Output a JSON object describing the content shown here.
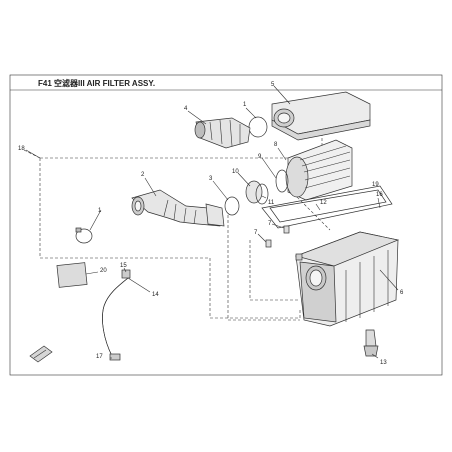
{
  "diagram": {
    "title": "F41 空滤器III AIR FILTER ASSY.",
    "callouts": [
      {
        "id": "c1",
        "label": "1"
      },
      {
        "id": "c1b",
        "label": "1"
      },
      {
        "id": "c2",
        "label": "2"
      },
      {
        "id": "c3",
        "label": "3"
      },
      {
        "id": "c4",
        "label": "4"
      },
      {
        "id": "c5",
        "label": "5"
      },
      {
        "id": "c6",
        "label": "6"
      },
      {
        "id": "c7",
        "label": "7"
      },
      {
        "id": "c7b",
        "label": "7"
      },
      {
        "id": "c8",
        "label": "8"
      },
      {
        "id": "c9",
        "label": "9"
      },
      {
        "id": "c10",
        "label": "10"
      },
      {
        "id": "c11",
        "label": "11"
      },
      {
        "id": "c12",
        "label": "12"
      },
      {
        "id": "c13",
        "label": "13"
      },
      {
        "id": "c14",
        "label": "14"
      },
      {
        "id": "c15",
        "label": "15"
      },
      {
        "id": "c16",
        "label": "16"
      },
      {
        "id": "c17",
        "label": "17"
      },
      {
        "id": "c18",
        "label": "18"
      },
      {
        "id": "c19",
        "label": "19"
      },
      {
        "id": "c20",
        "label": "20"
      }
    ],
    "colors": {
      "line": "#333333",
      "part_light": "#f2f2f2",
      "part_mid": "#d6d6d6",
      "part_dark": "#9a9a9a"
    }
  }
}
